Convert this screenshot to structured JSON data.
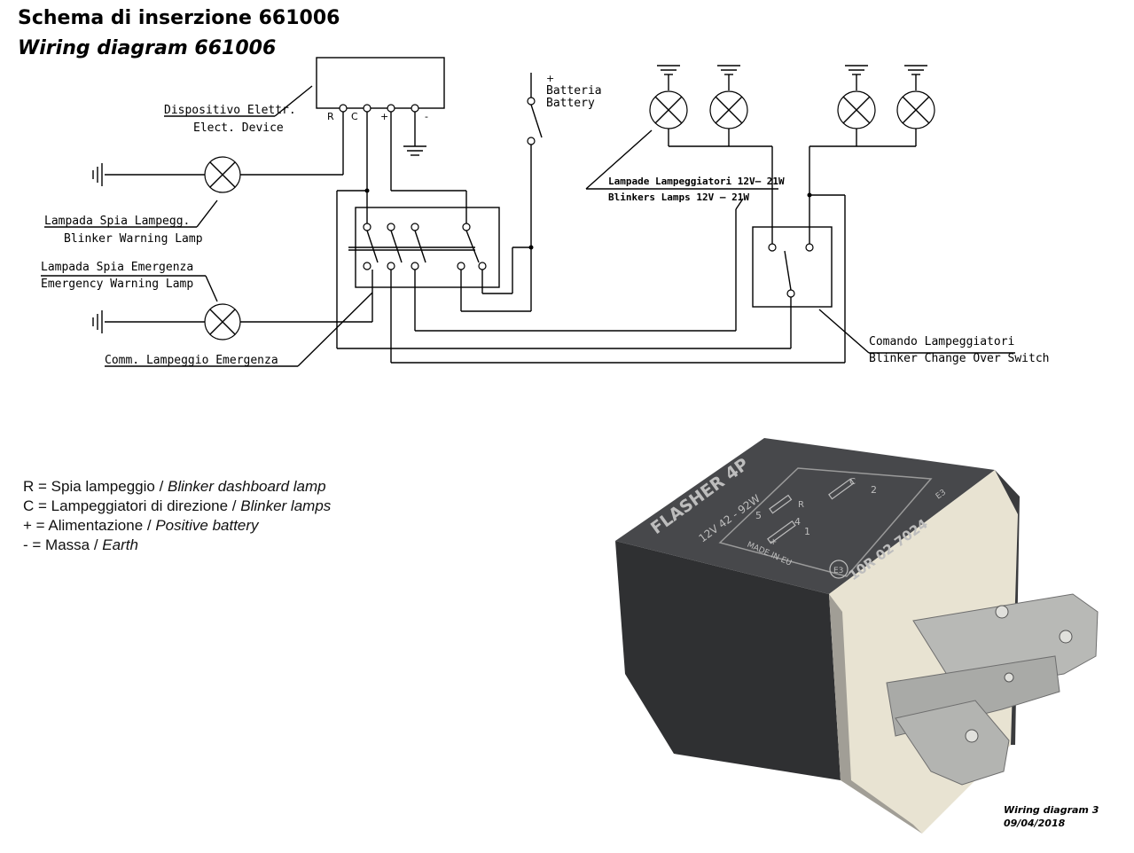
{
  "title": {
    "italian": "Schema di inserzione 661006",
    "english": "Wiring diagram 661006"
  },
  "diagram": {
    "device": {
      "label_it": "Dispositivo Elettr.",
      "label_en": "Elect. Device"
    },
    "terminals": {
      "r": "R",
      "c": "C",
      "plus": "+",
      "minus": "-"
    },
    "battery": {
      "sign": "+",
      "label_it": "Batteria",
      "label_en": "Battery"
    },
    "blinker_warning_lamp": {
      "label_it": "Lampada Spia Lampegg.",
      "label_en": "Blinker Warning Lamp"
    },
    "emergency_warning_lamp": {
      "label_it": "Lampada Spia Emergenza",
      "label_en": "Emergency Warning Lamp"
    },
    "emergency_switch": {
      "label_it": "Comm. Lampeggio Emergenza"
    },
    "blinker_lamps": {
      "label_it": "Lampade Lampeggiatori 12V— 21W",
      "label_en": "Blinkers Lamps 12V — 21W"
    },
    "change_over_switch": {
      "label_it": "Comando Lampeggiatori",
      "label_en": "Blinker Change Over Switch"
    }
  },
  "legend": [
    {
      "symbol": "R",
      "it": "Spia lampeggio",
      "en": "Blinker dashboard lamp"
    },
    {
      "symbol": "C",
      "it": "Lampeggiatori di direzione",
      "en": "Blinker lamps"
    },
    {
      "symbol": "+",
      "it": "Alimentazione",
      "en": "Positive battery"
    },
    {
      "symbol": "-",
      "it": "Massa",
      "en": "Earth"
    }
  ],
  "photo": {
    "brand_line": "FLASHER 4P",
    "rating": "12V 42 - 92W",
    "approval": "10R 02 7024",
    "mark": "E3",
    "origin": "MADE IN EU",
    "pin_labels": {
      "p1": "1",
      "p2": "2",
      "p4": "4",
      "p5": "5",
      "r": "R",
      "c": "C",
      "plus": "+"
    }
  },
  "footer": {
    "name": "Wiring diagram 3",
    "date": "09/04/2018"
  },
  "colors": {
    "housing": "#3c3d3f",
    "housing_top": "#4a4b4e",
    "base": "#e8e3d2",
    "pins": "#b8b9b6"
  }
}
